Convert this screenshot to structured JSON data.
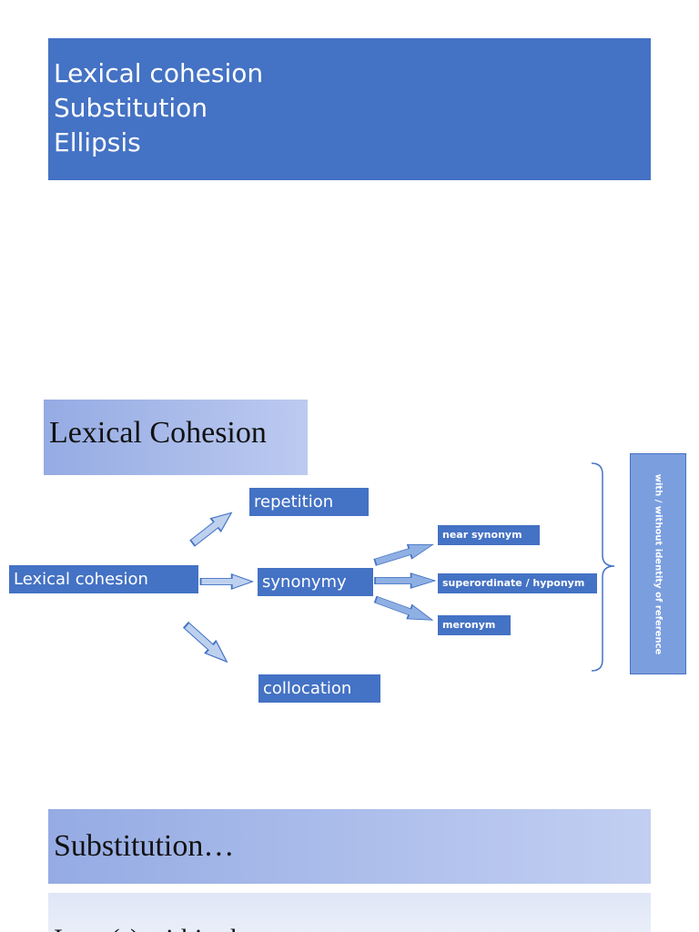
{
  "slide1": {
    "lines": [
      "Lexical cohesion",
      "Substitution",
      "Ellipsis"
    ]
  },
  "slide2": {
    "heading": "Lexical Cohesion",
    "nodes": {
      "root": "Lexical cohesion",
      "repetition": "repetition",
      "synonymy": "synonymy",
      "collocation": "collocation",
      "near_synonym": "near synonym",
      "superordinate": "superordinate / hyponym",
      "meronym": "meronym"
    },
    "side_label": "with / without identity of reference"
  },
  "slide3": {
    "heading": "Substitution…",
    "content_partial": "Item (s) within the..."
  },
  "colors": {
    "node_fill": "#4472c4",
    "arrow_fill": "#bdd1ef",
    "arrow_stroke": "#4472c4",
    "small_arrow_fill": "#8fb0e3"
  }
}
